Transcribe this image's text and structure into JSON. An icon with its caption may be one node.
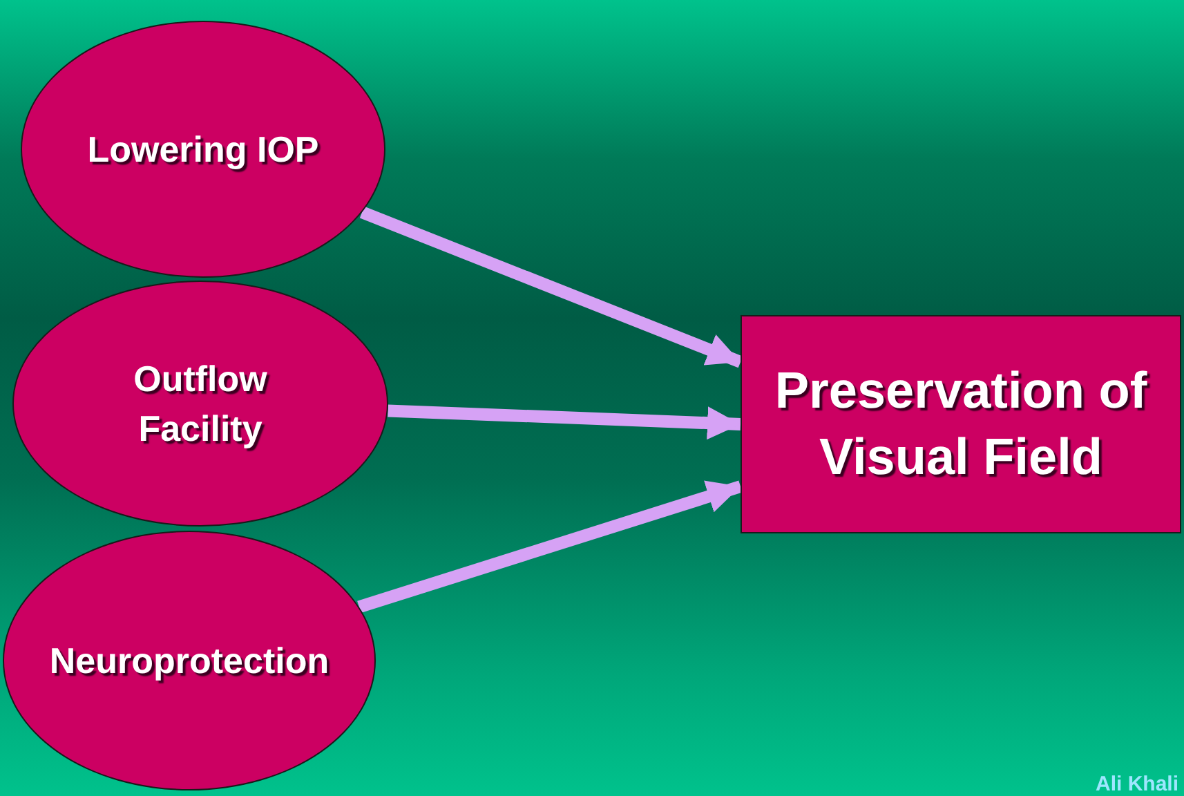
{
  "diagram": {
    "nodes": [
      {
        "text": [
          "Lowering IOP"
        ]
      },
      {
        "text": [
          "Outflow Facility"
        ]
      },
      {
        "text": [
          "Neuroprotection"
        ]
      },
      {
        "text": [
          "Preservation of Visual Field"
        ]
      }
    ],
    "edges": [
      {
        "from": 0,
        "to": 3,
        "arrow": "to"
      },
      {
        "from": 1,
        "to": 3,
        "arrow": "to"
      },
      {
        "from": 2,
        "to": 3,
        "arrow": "to"
      }
    ],
    "labels": [
      "Ali Khali"
    ]
  }
}
